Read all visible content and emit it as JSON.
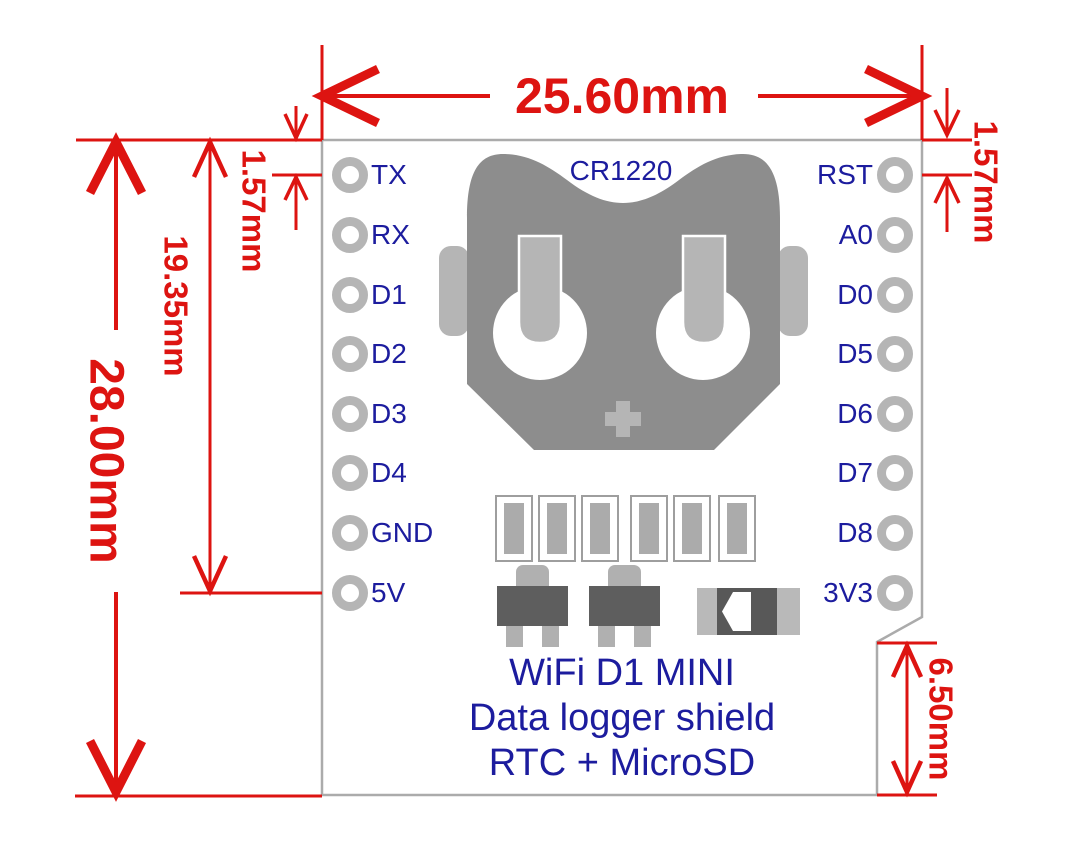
{
  "board": {
    "battery_label": "CR1220",
    "title_lines": [
      "WiFi D1 MINI",
      "Data logger shield",
      "RTC + MicroSD"
    ],
    "pins": {
      "left": [
        "TX",
        "RX",
        "D1",
        "D2",
        "D3",
        "D4",
        "GND",
        "5V"
      ],
      "right": [
        "RST",
        "A0",
        "D0",
        "D5",
        "D6",
        "D7",
        "D8",
        "3V3"
      ]
    }
  },
  "dimensions": {
    "board_width": "25.60mm",
    "board_height": "28.00mm",
    "pin_span": "19.35mm",
    "edge_to_pin_left": "1.57mm",
    "edge_to_pin_right": "1.57mm",
    "notch_height": "6.50mm"
  },
  "colors": {
    "dimension_red": "#dd1411",
    "silkscreen_blue": "#1c1c9e",
    "board_outline_gray": "#ababab",
    "battery_holder_gray": "#8d8d8d",
    "battery_holder_light_gray": "#b5b5b5",
    "component_dark_gray": "#5e5e5e",
    "component_light_gray": "#b0b0b0",
    "pad_fill_gray": "#ababab"
  }
}
